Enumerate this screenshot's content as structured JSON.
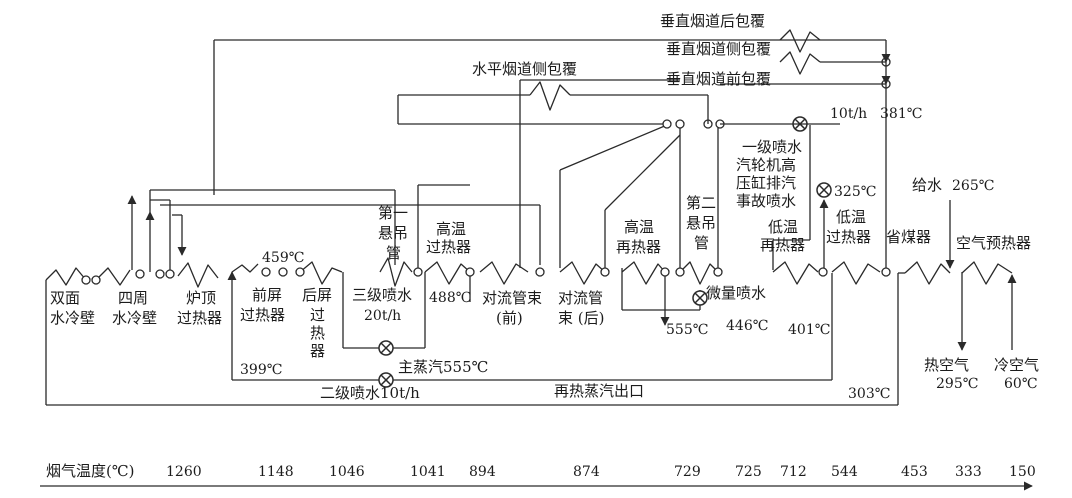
{
  "components": {
    "double_wall": [
      "双面",
      "水冷壁"
    ],
    "four_wall": [
      "四周",
      "水冷壁"
    ],
    "roof_sh": [
      "炉顶",
      "过热器"
    ],
    "front_platen": [
      "前屏",
      "过热器"
    ],
    "rear_platen": [
      "后屏",
      "过",
      "热",
      "器"
    ],
    "first_hanger": [
      "第一",
      "悬吊",
      "管"
    ],
    "ht_sh": [
      "高温",
      "过热器"
    ],
    "conv_front": [
      "对流管束",
      "(前)"
    ],
    "conv_rear": [
      "对流管",
      "束 (后)"
    ],
    "ht_rh": [
      "高温",
      "再热器"
    ],
    "second_hanger": [
      "第二",
      "悬吊",
      "管"
    ],
    "hp_exhaust": [
      "汽轮机高",
      "压缸排汽",
      "事故喷水"
    ],
    "lt_rh": [
      "低温",
      "再热器"
    ],
    "lt_sh": [
      "低温",
      "过热器"
    ],
    "economizer": "省煤器",
    "air_preheater": "空气预热器"
  },
  "enclosures": {
    "vert_rear": "垂直烟道后包覆",
    "vert_side": "垂直烟道侧包覆",
    "vert_front": "垂直烟道前包覆",
    "horiz_side": "水平烟道侧包覆"
  },
  "sprays": {
    "first_stage": "一级喷水",
    "first_stage_flow": "10t/h",
    "second_stage": "二级喷水10t/h",
    "third_stage": "三级喷水",
    "third_stage_flow": "20t/h",
    "micro": "微量喷水"
  },
  "streams": {
    "main_steam": "主蒸汽555℃",
    "reheat_outlet": "再热蒸汽出口",
    "feed_water": "给水",
    "hot_air": "热空气",
    "cold_air": "冷空气"
  },
  "temperatures": {
    "t459": "459℃",
    "t488": "488℃",
    "t399": "399℃",
    "t381": "381℃",
    "t325": "325℃",
    "t265": "265℃",
    "t555": "555℃",
    "t446": "446℃",
    "t401": "401℃",
    "t303": "303℃",
    "t295": "295℃",
    "t60": "60℃"
  },
  "flue_gas": {
    "label": "烟气温度(℃)",
    "values": [
      "1260",
      "1148",
      "1046",
      "1041",
      "894",
      "874",
      "729",
      "725",
      "712",
      "544",
      "453",
      "333",
      "150"
    ]
  }
}
